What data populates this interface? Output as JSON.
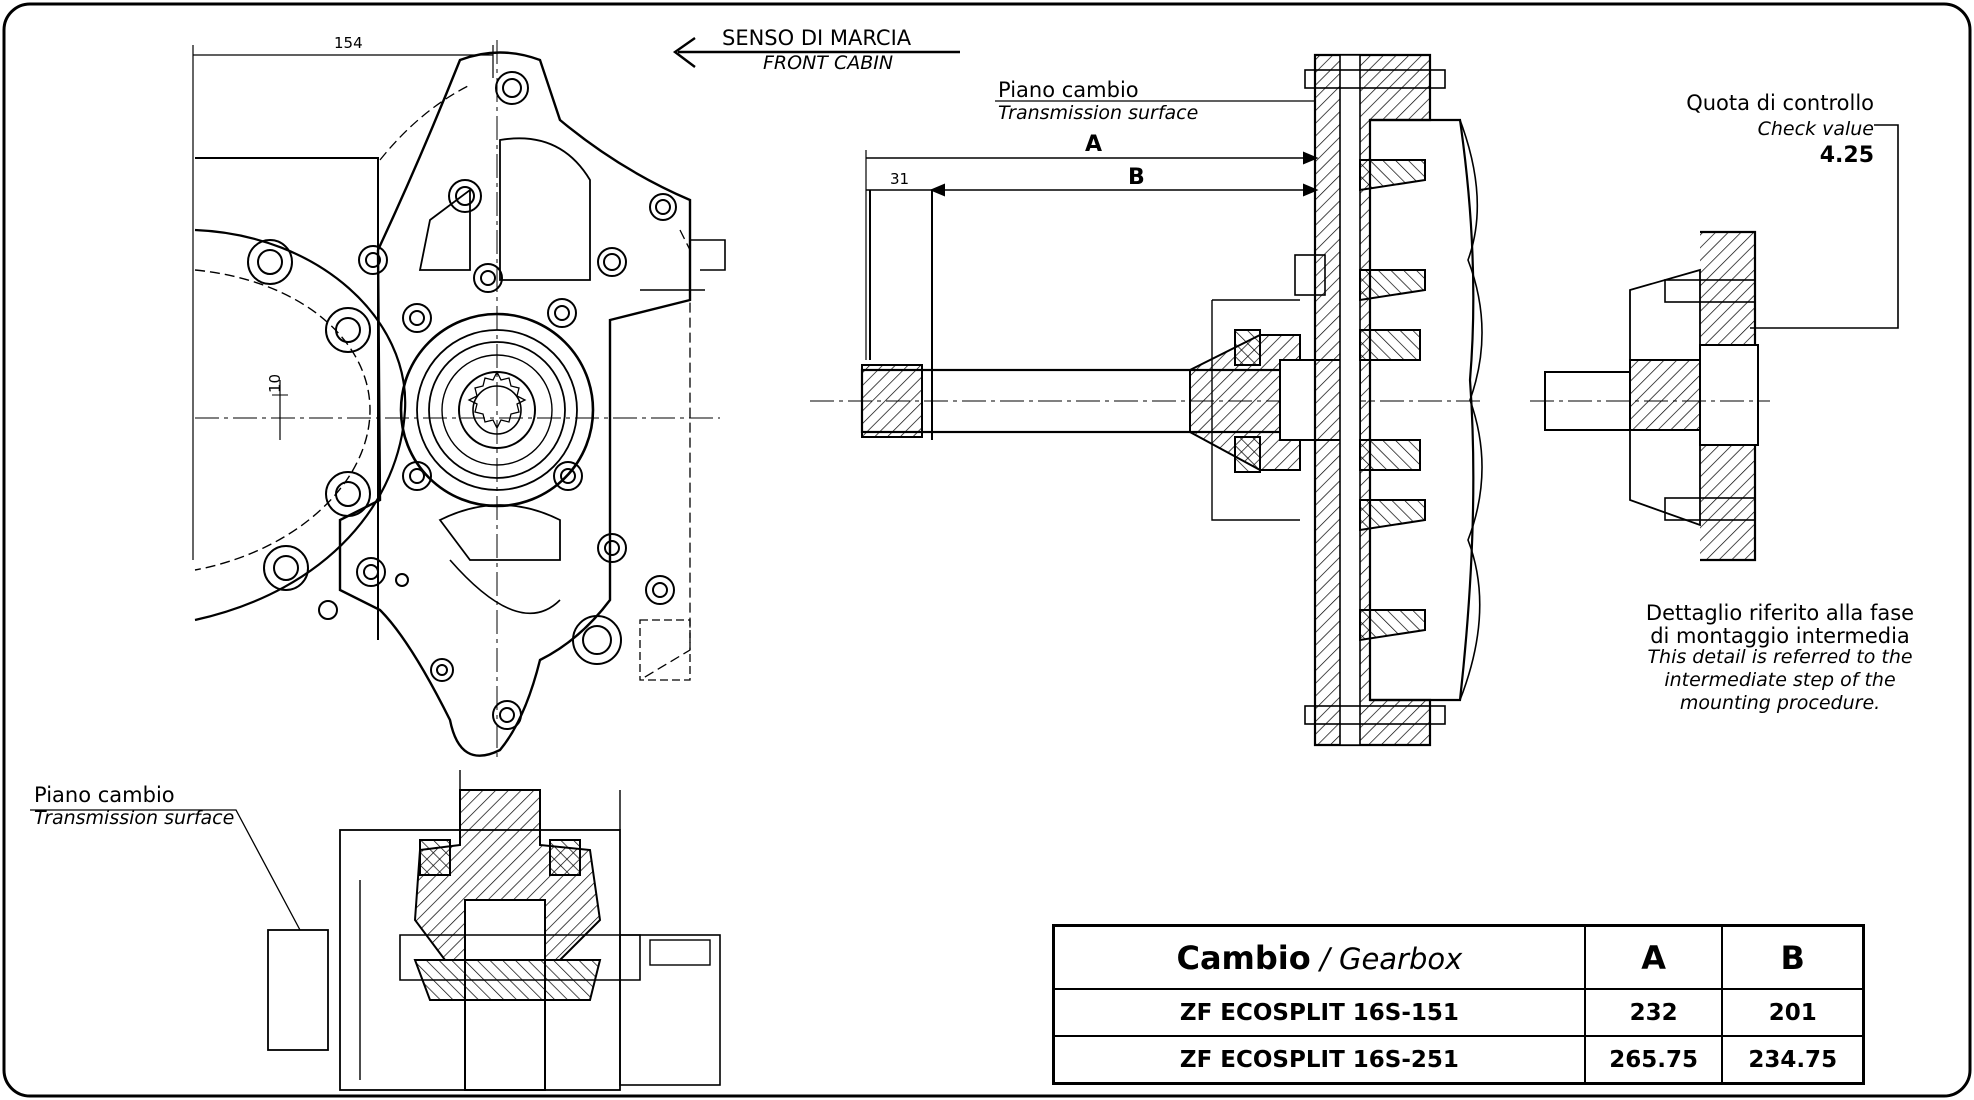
{
  "direction": {
    "line1": "SENSO DI MARCIA",
    "line2": "FRONT CABIN"
  },
  "dims": {
    "top": "154",
    "side": "10",
    "small": "31",
    "a": "A",
    "b": "B"
  },
  "surface_top": {
    "it": "Piano cambio",
    "en": "Transmission surface"
  },
  "surface_bottom": {
    "it": "Piano cambio",
    "en": "Transmission surface"
  },
  "check": {
    "it": "Quota di controllo",
    "en": "Check value",
    "value": "4.25"
  },
  "detail": {
    "it_1": "Dettaglio riferito alla fase",
    "it_2": "di montaggio intermedia",
    "en_1": "This detail is referred to the",
    "en_2": "intermediate step of the",
    "en_3": "mounting procedure."
  },
  "table": {
    "head_main": "Cambio",
    "head_sep": " / ",
    "head_it": "Gearbox",
    "col_a": "A",
    "col_b": "B",
    "rows": [
      {
        "model": "ZF ECOSPLIT 16S-151",
        "a": "232",
        "b": "201"
      },
      {
        "model": "ZF ECOSPLIT 16S-251",
        "a": "265.75",
        "b": "234.75"
      }
    ]
  }
}
